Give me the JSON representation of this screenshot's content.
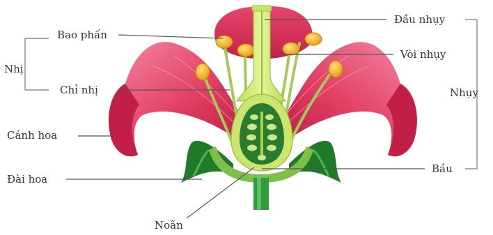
{
  "labels": {
    "anther": "Bao phấn",
    "stamen": "Nhị",
    "filament": "Chỉ nhị",
    "petal": "Cánh hoa",
    "sepal": "Đài hoa",
    "ovule": "Noãn",
    "stigma": "Đầu nhụy",
    "style": "Vòi nhụy",
    "pistil": "Nhụy",
    "ovary": "Bầu"
  },
  "colors": {
    "petal": "#e23d62",
    "petal_dark": "#b91f44",
    "petal_light": "#f27a95",
    "stem_green": "#2e9d3a",
    "sepal_green": "#1f7a2a",
    "pistil_light": "#d9ee70",
    "pistil_mid": "#a9d44a",
    "ovary_dark": "#2a7a2f",
    "ovule_light": "#c9e88a",
    "anther": "#f2b21e",
    "filament": "#a5c95a"
  }
}
